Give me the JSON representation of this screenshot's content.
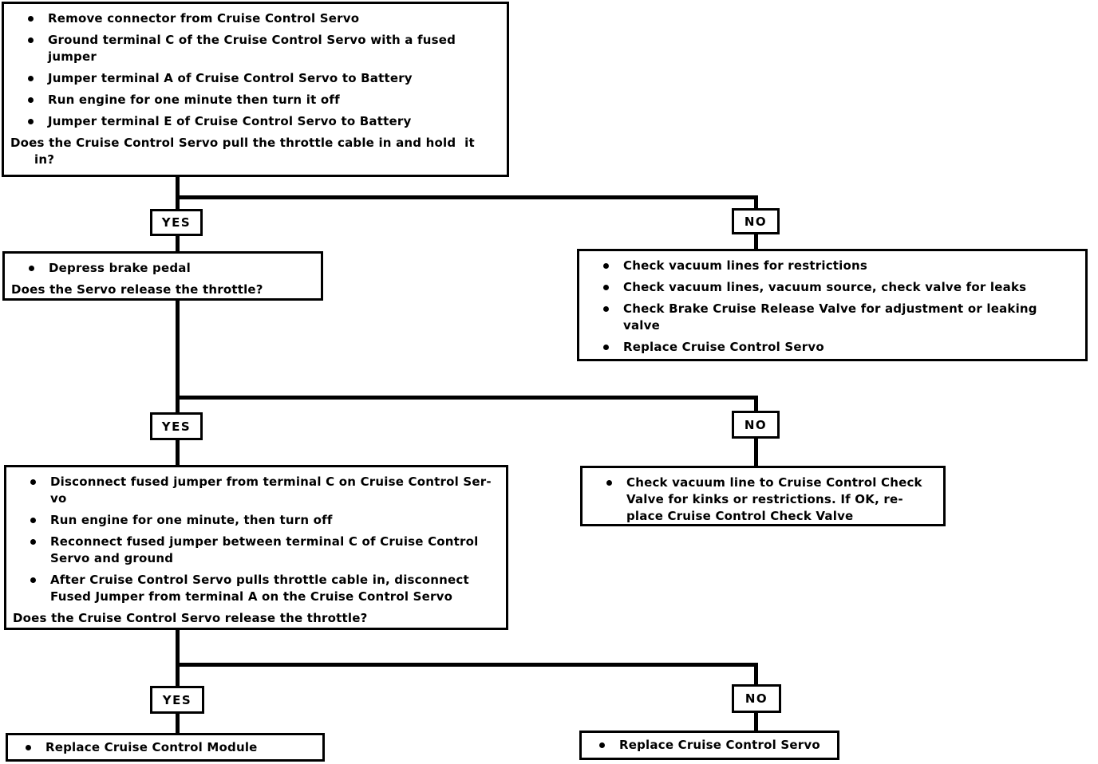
{
  "labels": {
    "yes": "YES",
    "no": "NO"
  },
  "colors": {
    "ink": "#000000",
    "paper": "#ffffff"
  },
  "nodes": {
    "step1": {
      "bullets": [
        "Remove connector from Cruise Control Servo",
        "Ground terminal C of the Cruise Control Servo with a fused\njumper",
        "Jumper terminal A of Cruise Control Servo to Battery",
        "Run engine for one minute then turn it off",
        "Jumper terminal E of Cruise Control Servo to Battery"
      ],
      "question": "Does the Cruise Control Servo pull the throttle cable in and hold  it\nin?"
    },
    "step2_yes": {
      "bullets": [
        "Depress brake pedal"
      ],
      "question": "Does the Servo release the throttle?"
    },
    "step2_no": {
      "bullets": [
        "Check vacuum lines for restrictions",
        "Check vacuum lines, vacuum source, check valve for leaks",
        "Check Brake Cruise Release Valve for adjustment or leaking\nvalve",
        "Replace Cruise Control Servo"
      ]
    },
    "step3_yes": {
      "bullets": [
        "Disconnect fused jumper from terminal C on Cruise Control Ser-\nvo",
        "Run engine for one minute, then turn off",
        "Reconnect fused jumper between terminal C of Cruise Control\nServo and ground",
        "After Cruise Control Servo pulls throttle cable in, disconnect\nFused Jumper from terminal A on the Cruise Control Servo"
      ],
      "question": "Does the Cruise Control Servo release the throttle?"
    },
    "step3_no": {
      "bullets": [
        "Check vacuum line to Cruise Control Check\nValve for kinks or restrictions. If OK, re-\nplace Cruise Control Check Valve"
      ]
    },
    "step4_yes": {
      "bullets": [
        "Replace Cruise Control Module"
      ]
    },
    "step4_no": {
      "bullets": [
        "Replace Cruise Control Servo"
      ]
    }
  }
}
